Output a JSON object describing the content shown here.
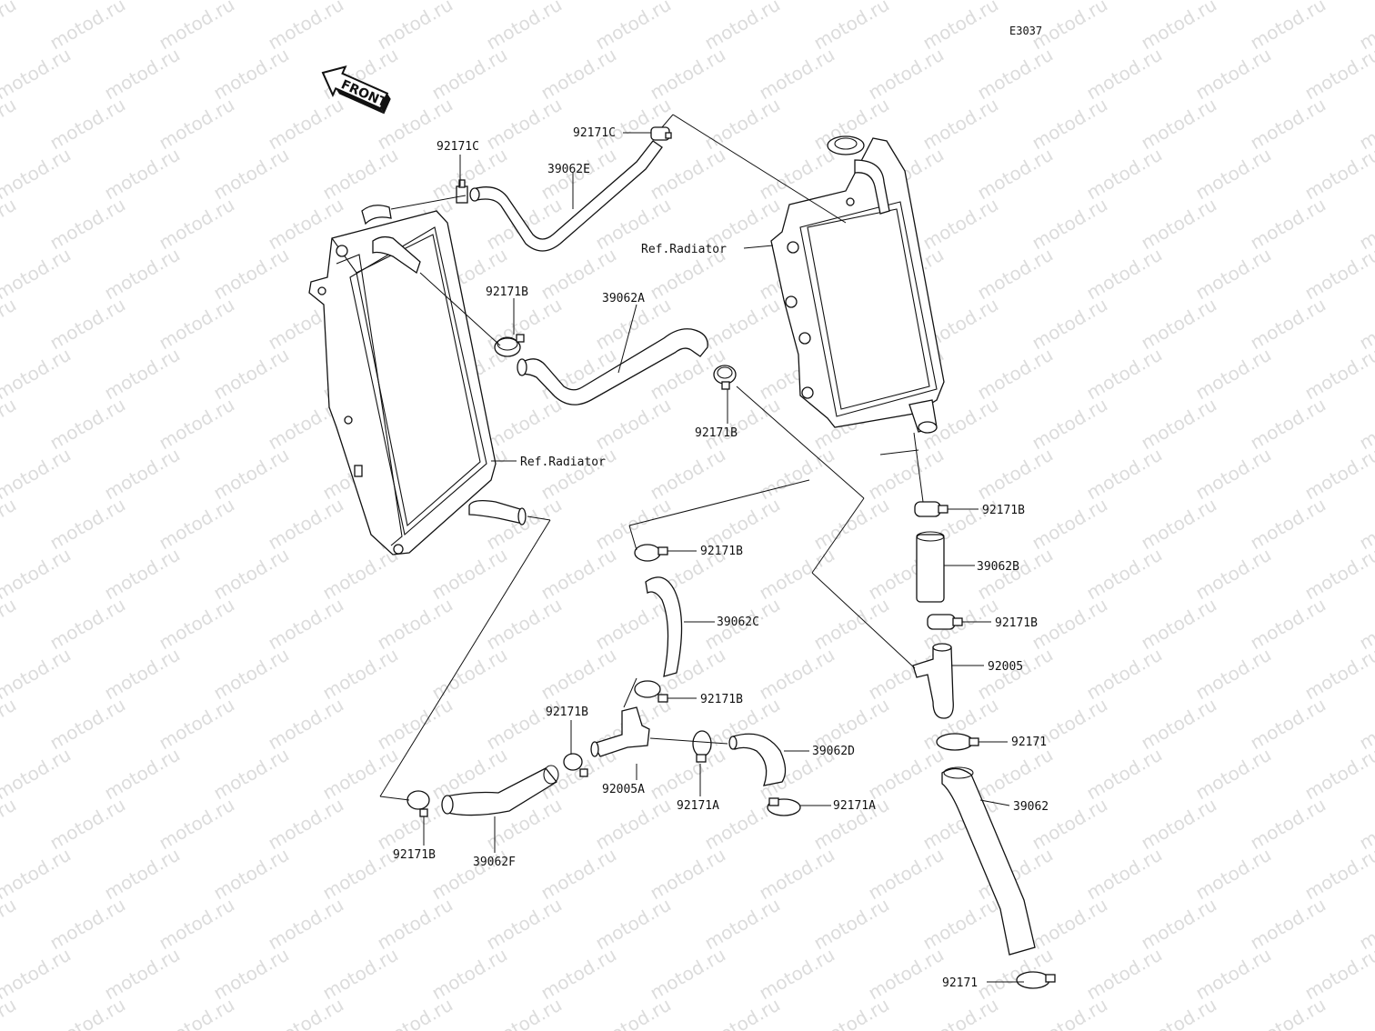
{
  "diagram": {
    "code": "E3037",
    "front_label": "FRONT",
    "watermark": "motod.ru",
    "labels": {
      "p92171C_left": "92171C",
      "p92171C_top": "92171C",
      "p39062E": "39062E",
      "ref_radiator_right": "Ref.Radiator",
      "p92171B_a": "92171B",
      "p39062A": "39062A",
      "p92171B_b": "92171B",
      "ref_radiator_left": "Ref.Radiator",
      "p92171B_c": "92171B",
      "p39062B": "39062B",
      "p92171B_d": "92171B",
      "p92005": "92005",
      "p92171B_e": "92171B",
      "p39062C": "39062C",
      "p92171B_f": "92171B",
      "p92171B_g": "92171B",
      "p39062D": "39062D",
      "p92171_a": "92171",
      "p92005A": "92005A",
      "p92171A_a": "92171A",
      "p92171A_b": "92171A",
      "p39062": "39062",
      "p92171B_h": "92171B",
      "p39062F": "39062F",
      "p92171_b": "92171"
    }
  }
}
